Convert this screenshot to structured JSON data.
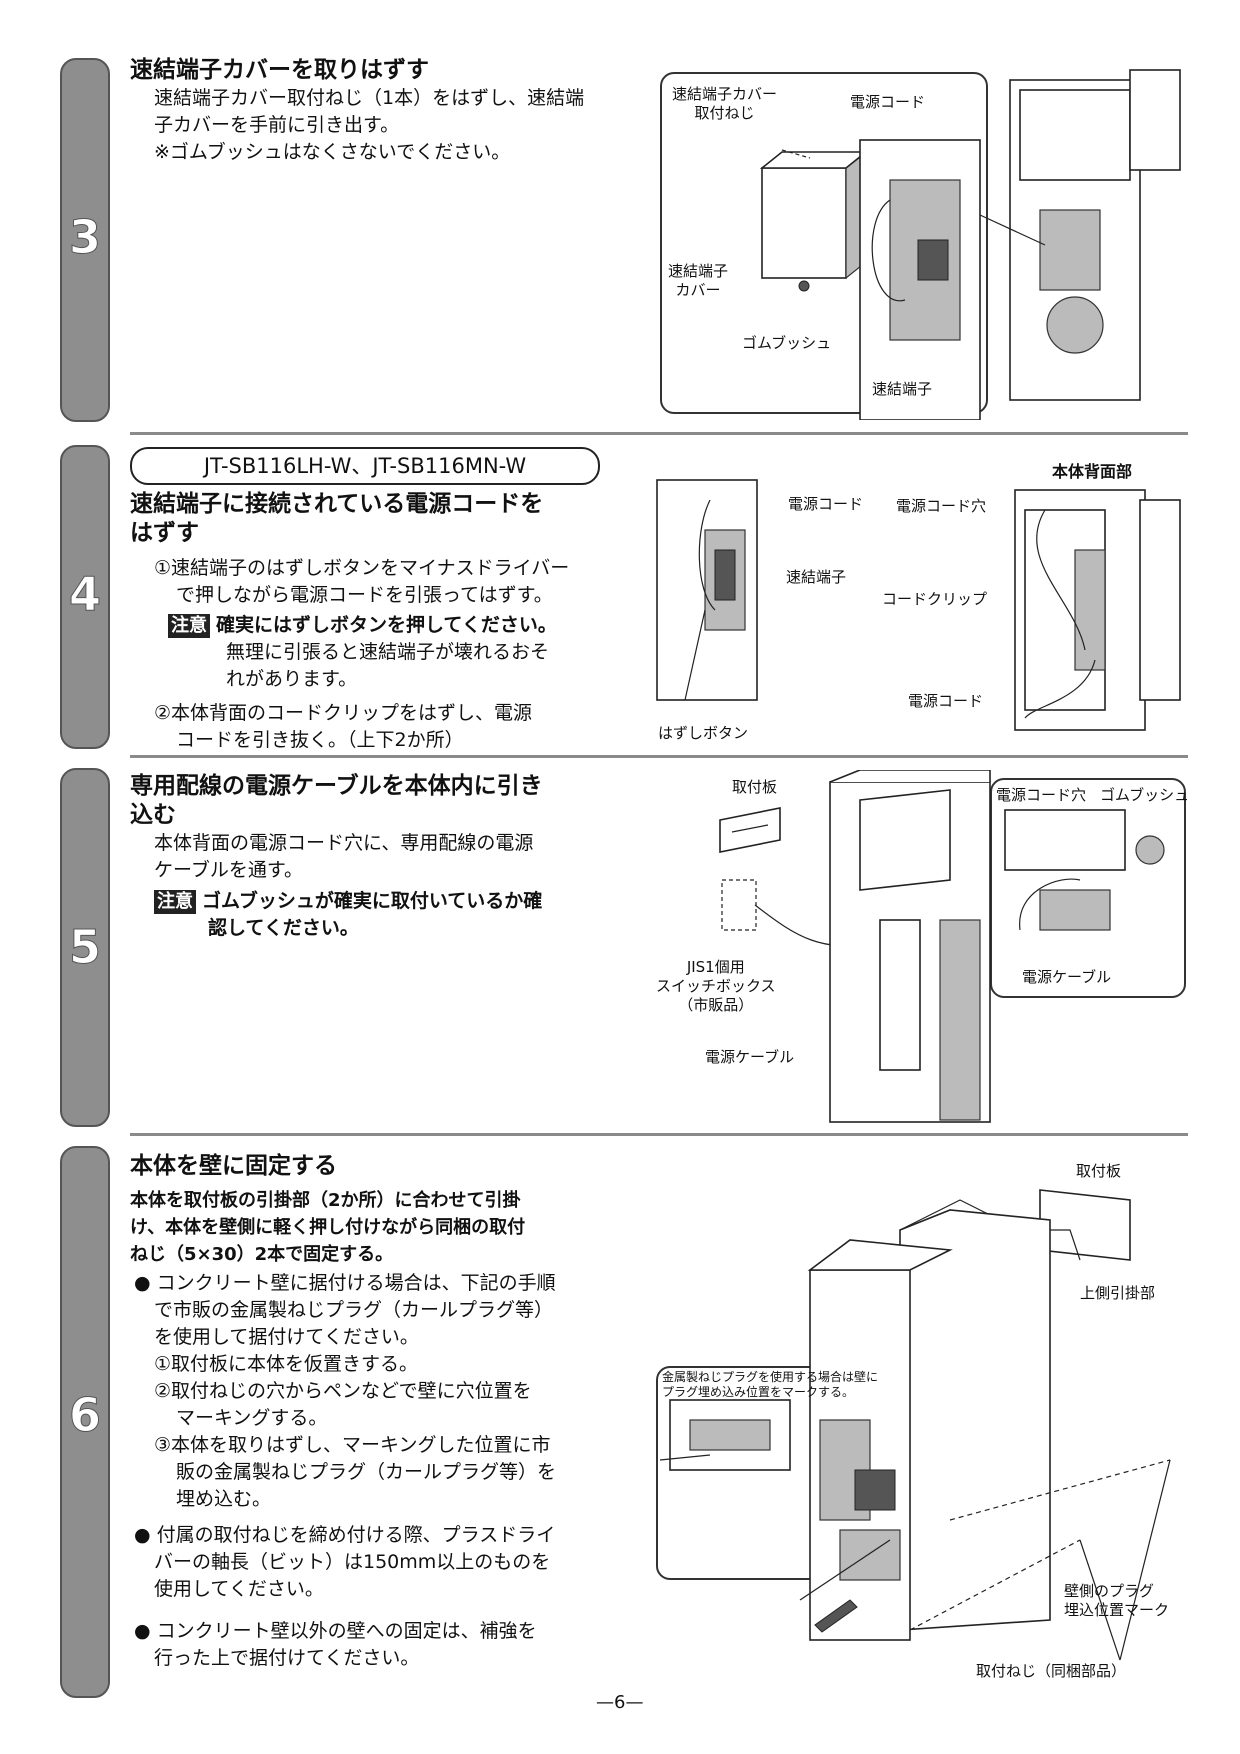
{
  "steps": {
    "s3": {
      "number": "3",
      "title": "速結端子カバーを取りはずす",
      "body1": "速結端子カバー取付ねじ（1本）をはずし、速結端",
      "body2": "子カバーを手前に引き出す。",
      "body3": "※ゴムブッシュはなくさないでください。",
      "labels": {
        "cover_screw1": "速結端子カバー",
        "cover_screw2": "取付ねじ",
        "power_cord": "電源コード",
        "cover1": "速結端子",
        "cover2": "カバー",
        "bush": "ゴムブッシュ",
        "terminal": "速結端子"
      }
    },
    "s4": {
      "number": "4",
      "model": "JT-SB116LH-W、JT-SB116MN-W",
      "title1": "速結端子に接続されている電源コードを",
      "title2": "はずす",
      "item1a": "①速結端子のはずしボタンをマイナスドライバー",
      "item1b": "で押しながら電源コードを引張ってはずす。",
      "caution_tag": "注意",
      "caution1": "確実にはずしボタンを押してください。",
      "caution2": "無理に引張ると速結端子が壊れるおそ",
      "caution3": "れがあります。",
      "item2a": "②本体背面のコードクリップをはずし、電源",
      "item2b": "コードを引き抜く。（上下2か所）",
      "labels": {
        "back_title": "本体背面部",
        "power_cord": "電源コード",
        "terminal": "速結端子",
        "release_button": "はずしボタン",
        "cord_hole": "電源コード穴",
        "cord_clip": "コードクリップ",
        "power_cord2": "電源コード"
      }
    },
    "s5": {
      "number": "5",
      "title1": "専用配線の電源ケーブルを本体内に引き",
      "title2": "込む",
      "body1": "本体背面の電源コード穴に、専用配線の電源",
      "body2": "ケーブルを通す。",
      "caution_tag": "注意",
      "caution1": "ゴムブッシュが確実に取付いているか確",
      "caution2": "認してください。",
      "labels": {
        "plate": "取付板",
        "cord_hole": "電源コード穴",
        "bush": "ゴムブッシュ",
        "box1": "JIS1個用",
        "box2": "スイッチボックス",
        "box3": "（市販品）",
        "cable": "電源ケーブル",
        "cable2": "電源ケーブル"
      }
    },
    "s6": {
      "number": "6",
      "title": "本体を壁に固定する",
      "lead1": "本体を取付板の引掛部（2か所）に合わせて引掛",
      "lead2": "け、本体を壁側に軽く押し付けながら同梱の取付",
      "lead3": "ねじ（5×30）2本で固定する。",
      "b1a": "コンクリート壁に据付ける場合は、下記の手順",
      "b1b": "で市販の金属製ねじプラグ（カールプラグ等）",
      "b1c": "を使用して据付けてください。",
      "b1d": "①取付板に本体を仮置きする。",
      "b1e": "②取付ねじの穴からペンなどで壁に穴位置を",
      "b1f": "マーキングする。",
      "b1g": "③本体を取りはずし、マーキングした位置に市",
      "b1h": "販の金属製ねじプラグ（カールプラグ等）を",
      "b1i": "埋め込む。",
      "b2a": "付属の取付ねじを締め付ける際、プラスドライ",
      "b2b": "バーの軸長（ビット）は150mm以上のものを",
      "b2c": "使用してください。",
      "b3a": "コンクリート壁以外の壁への固定は、補強を",
      "b3b": "行った上で据付けてください。",
      "labels": {
        "plate": "取付板",
        "upper_hook": "上側引掛部",
        "inset1": "金属製ねじプラグを使用する場合は壁に",
        "inset2": "プラグ埋め込み位置をマークする。",
        "mark1": "壁側のプラグ",
        "mark2": "埋込位置マーク",
        "screw": "取付ねじ（同梱部品）"
      }
    }
  },
  "page_number": "—6—",
  "colors": {
    "tab_gray": "#8e8e8e",
    "divider": "#8a8a8a",
    "caution_bg": "#222222"
  }
}
